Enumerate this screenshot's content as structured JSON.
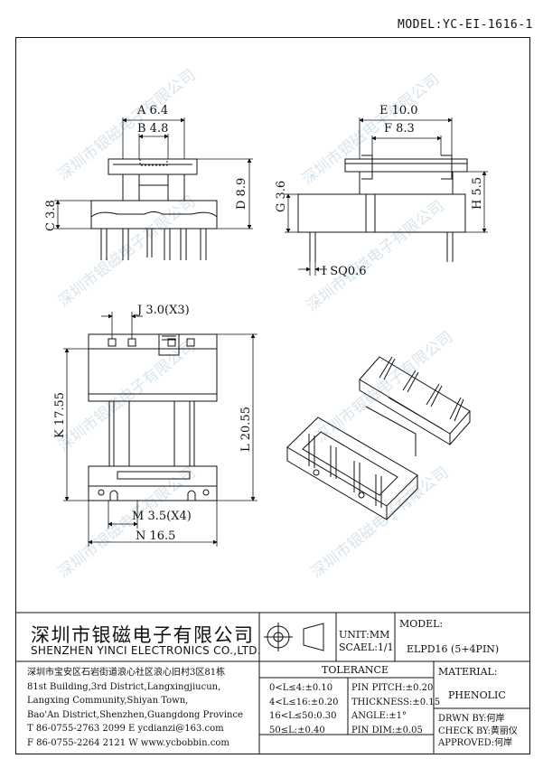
{
  "model_id": "MODEL:YC-EI-1616-1",
  "watermark": "深圳市银磁电子有限公司",
  "dimensions": {
    "A": "A 6.4",
    "B": "B 4.8",
    "C": "C 3.8",
    "D": "D 8.9",
    "E": "E 10.0",
    "F": "F 8.3",
    "G": "G 3.6",
    "H": "H 5.5",
    "I": "I SQ0.6",
    "J": "J 3.0(X3)",
    "K": "K 17.55",
    "L": "L 20.55",
    "M": "M 3.5(X4)",
    "N": "N 16.5"
  },
  "company": {
    "name_cn": "深圳市银磁电子有限公司",
    "name_en": "SHENZHEN YINCI ELECTRONICS CO.,LTD.",
    "address": [
      "深圳市宝安区石岩街道浪心社区浪心旧村3区81栋",
      "81st Building,3rd District,Langxingjiucun,",
      "Langxing Community,Shiyan Town,",
      "Bao'An District,Shenzhen,Guangdong Province",
      "T 86-0755-2763 2099   E ycdianzi@163.com",
      "F 86-0755-2264 2121   W www.ycbobbin.com"
    ]
  },
  "units": {
    "unit": "UNIT:MM",
    "scale": "SCAEL:1/1"
  },
  "model": {
    "label": "MODEL:",
    "value": "ELPD16 (5+4PIN)"
  },
  "tolerance": {
    "title": "TOLERANCE",
    "left": [
      "0<L≤4:±0.10",
      "4<L≤16:±0.20",
      "16<L≤50:0.30",
      "50≤L:±0.40"
    ],
    "right": [
      "PIN PITCH:±0.20",
      "THICKNESS:±0.15",
      "ANGLE:±1°",
      "PIN DIM:±0.05"
    ]
  },
  "material": {
    "label": "MATERIAL:",
    "value": "PHENOLIC"
  },
  "signoff": {
    "drawn": "DRWN BY:何岸",
    "check": "CHECK BY:黄丽仪",
    "approved": "APPROVED:何岸"
  }
}
